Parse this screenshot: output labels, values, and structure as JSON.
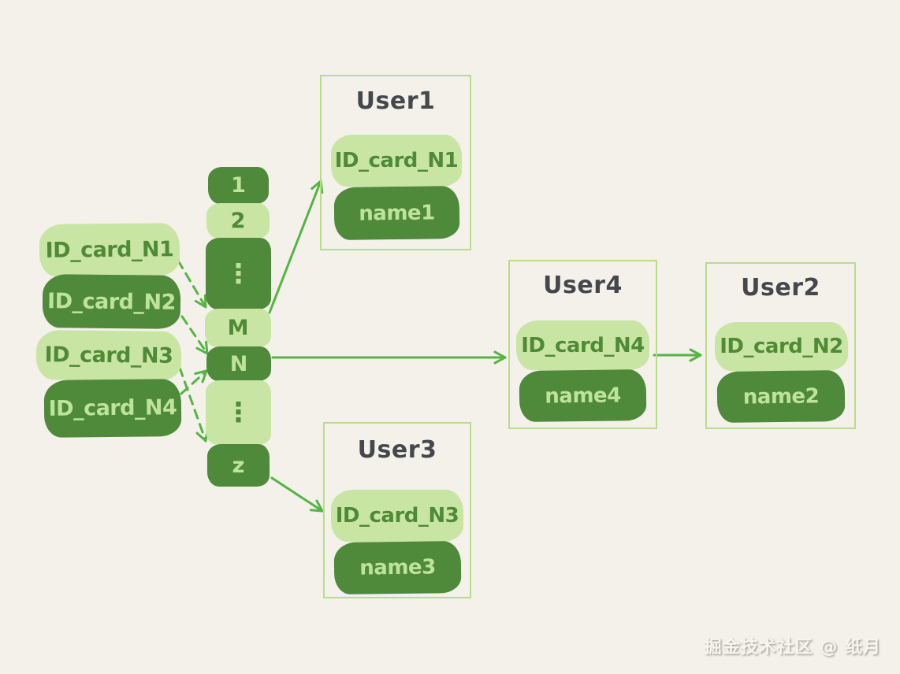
{
  "colors": {
    "bg": "#f3f1ea",
    "pill-light": "#c9e5a3",
    "pill-dark": "#4f8a3b",
    "text-on-light": "#4e8a38",
    "text-on-dark": "#bee39a",
    "box-border": "#b9dc8c",
    "title": "#45484b",
    "arrow": "#55b443",
    "watermark": "#f7f5ee"
  },
  "keys": [
    {
      "label": "ID_card_N1",
      "variant": "light"
    },
    {
      "label": "ID_card_N2",
      "variant": "dark"
    },
    {
      "label": "ID_card_N3",
      "variant": "light"
    },
    {
      "label": "ID_card_N4",
      "variant": "dark"
    }
  ],
  "hash_slots": [
    {
      "label": "1",
      "variant": "dark"
    },
    {
      "label": "2",
      "variant": "light"
    },
    {
      "label": "⋮",
      "variant": "dark"
    },
    {
      "label": "M",
      "variant": "light"
    },
    {
      "label": "N",
      "variant": "dark"
    },
    {
      "label": "⋮",
      "variant": "light"
    },
    {
      "label": "z",
      "variant": "dark"
    }
  ],
  "users": [
    {
      "title": "User1",
      "id_field": "ID_card_N1",
      "name_field": "name1"
    },
    {
      "title": "User4",
      "id_field": "ID_card_N4",
      "name_field": "name4"
    },
    {
      "title": "User2",
      "id_field": "ID_card_N2",
      "name_field": "name2"
    },
    {
      "title": "User3",
      "id_field": "ID_card_N3",
      "name_field": "name3"
    }
  ],
  "watermark": "掘金技术社区 @ 纸月"
}
